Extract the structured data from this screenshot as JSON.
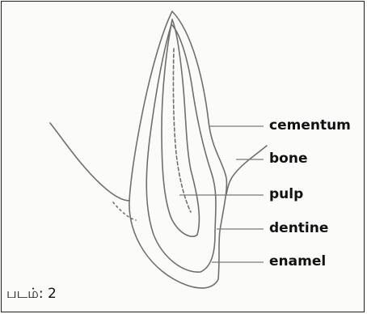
{
  "diagram": {
    "labels": {
      "cementum": "cementum",
      "bone": "bone",
      "pulp": "pulp",
      "dentine": "dentine",
      "enamel": "enamel"
    },
    "caption": "படம்: 2"
  },
  "colors": {
    "line": "#6f6f6f",
    "text": "#111111"
  }
}
